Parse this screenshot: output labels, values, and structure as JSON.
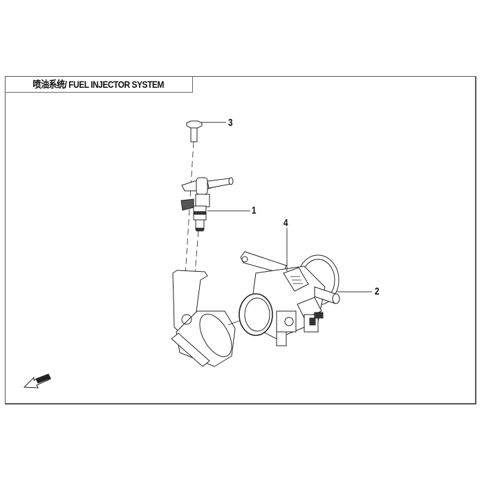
{
  "title": "喷油系统/ FUEL INJECTOR SYSTEM",
  "callouts": [
    {
      "number": "1",
      "part": "fuel-injector"
    },
    {
      "number": "2",
      "part": "throttle-body"
    },
    {
      "number": "3",
      "part": "bolt"
    },
    {
      "number": "4",
      "part": "sensor"
    }
  ],
  "direction_marker": "FWD"
}
